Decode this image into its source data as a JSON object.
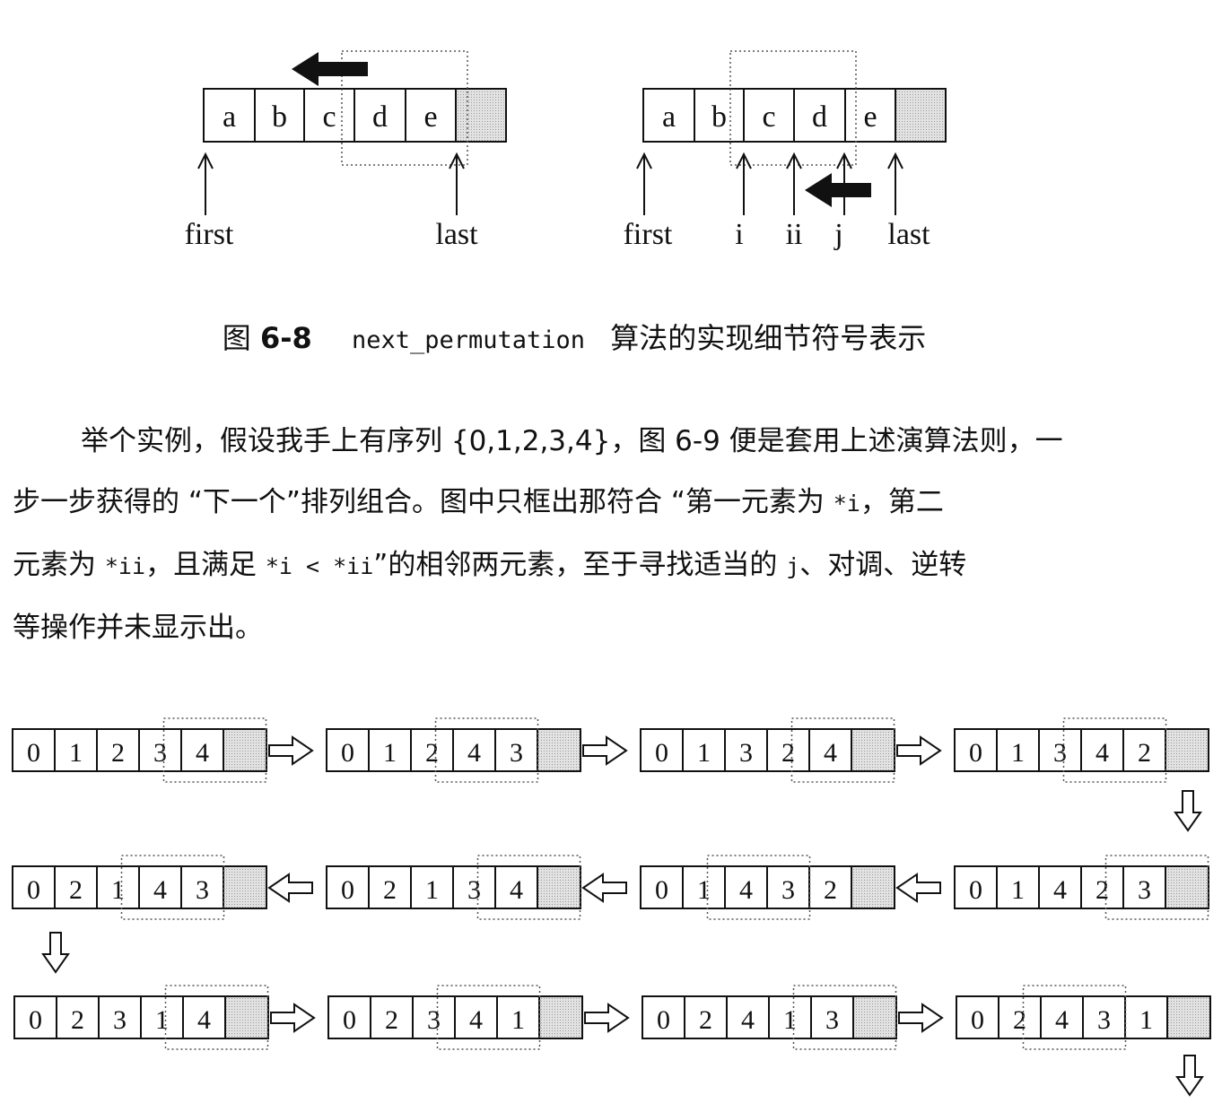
{
  "figure_top": {
    "left_diagram": {
      "cells": [
        "a",
        "b",
        "c",
        "d",
        "e",
        ""
      ],
      "pointers": [
        "first",
        "last"
      ]
    },
    "right_diagram": {
      "cells": [
        "a",
        "b",
        "c",
        "d",
        "e",
        ""
      ],
      "pointers": [
        "first",
        "i",
        "ii",
        "j",
        "last"
      ]
    }
  },
  "caption": {
    "label": "图",
    "number": "6-8",
    "code": "next_permutation",
    "text": "算法的实现细节符号表示"
  },
  "paragraph": {
    "line1": "举个实例，假设我手上有序列 {0,1,2,3,4}，图 6-9 便是套用上述演算法则，一",
    "line2a": "步一步获得的 “下一个”排列组合。图中只框出那符合 “第一元素为 ",
    "line2_code": "*i",
    "line2b": "，第二",
    "line3a": "元素为 ",
    "line3_code1": "*ii",
    "line3b": "，且满足 ",
    "line3_code2": "*i < *ii",
    "line3c": "”的相邻两元素，至于寻找适当的 ",
    "line3_code3": "j",
    "line3d": "、对调、逆转",
    "line4": "等操作并未显示出。"
  },
  "sequence": [
    [
      "0",
      "1",
      "2",
      "3",
      "4"
    ],
    [
      "0",
      "1",
      "2",
      "4",
      "3"
    ],
    [
      "0",
      "1",
      "3",
      "2",
      "4"
    ],
    [
      "0",
      "1",
      "3",
      "4",
      "2"
    ],
    [
      "0",
      "1",
      "4",
      "2",
      "3"
    ],
    [
      "0",
      "1",
      "4",
      "3",
      "2"
    ],
    [
      "0",
      "2",
      "1",
      "3",
      "4"
    ],
    [
      "0",
      "2",
      "1",
      "4",
      "3"
    ],
    [
      "0",
      "2",
      "3",
      "1",
      "4"
    ],
    [
      "0",
      "2",
      "3",
      "4",
      "1"
    ],
    [
      "0",
      "2",
      "4",
      "1",
      "3"
    ],
    [
      "0",
      "2",
      "4",
      "3",
      "1"
    ]
  ],
  "colors": {
    "ink": "#111111",
    "shade": "#c8c8c8"
  }
}
